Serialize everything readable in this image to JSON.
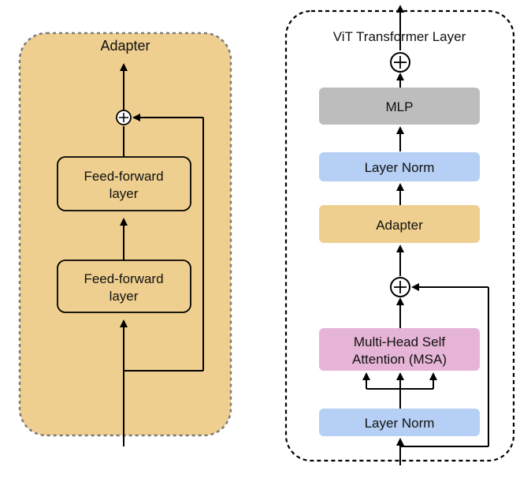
{
  "adapter_panel": {
    "title": "Adapter",
    "ff_layer_top": {
      "line1": "Feed-forward",
      "line2": "layer"
    },
    "ff_layer_bottom": {
      "line1": "Feed-forward",
      "line2": "layer"
    },
    "add_symbol": "⊕"
  },
  "vit_panel": {
    "title": "ViT Transformer Layer",
    "top_add_symbol": "⊕",
    "mlp_label": "MLP",
    "layer_norm_upper_label": "Layer Norm",
    "adapter_label": "Adapter",
    "mid_add_symbol": "⊕",
    "msa": {
      "line1": "Multi-Head Self",
      "line2": "Attention (MSA)"
    },
    "layer_norm_lower_label": "Layer Norm"
  },
  "colors": {
    "adapter_fill": "#efcf8f",
    "adapter_border": "#7a7a7a",
    "mlp_fill": "#bdbdbd",
    "layer_norm_fill": "#b6cff5",
    "adapter_block_fill": "#efcf8f",
    "msa_fill": "#e6b4d6",
    "line": "#000000",
    "panel_border": "#000000"
  },
  "icons": {
    "add_icon": "circle-plus-icon",
    "arrow_icon": "arrow-up-icon"
  }
}
